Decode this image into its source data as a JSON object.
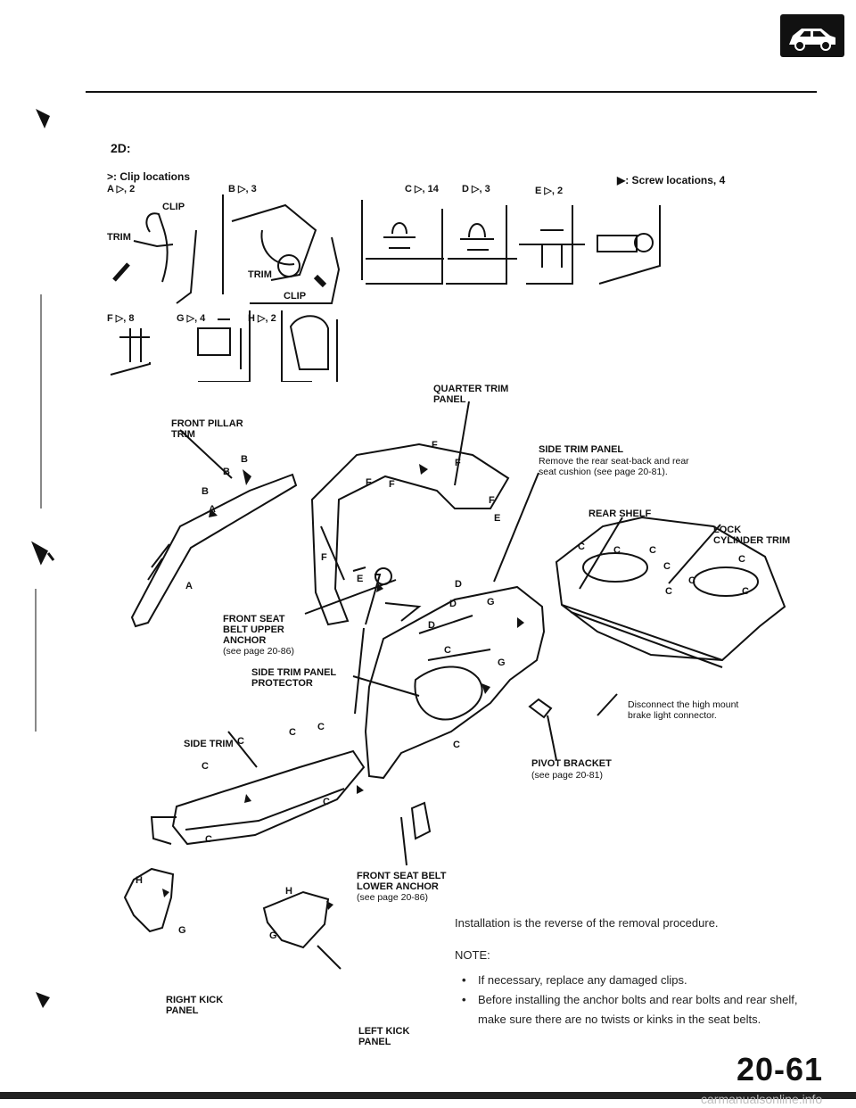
{
  "header": {
    "section_title": "2D:"
  },
  "clip_legend": {
    "clip_locations": ">: Clip locations",
    "screw_locations": "▶: Screw locations, 4",
    "clips": [
      {
        "code": "A ▷, 2"
      },
      {
        "code": "B ▷, 3"
      },
      {
        "code": "C ▷, 14"
      },
      {
        "code": "D ▷, 3"
      },
      {
        "code": "E ▷, 2"
      },
      {
        "code": "F ▷, 8"
      },
      {
        "code": "G ▷, 4"
      },
      {
        "code": "H ▷, 2"
      }
    ],
    "clip_label": "CLIP",
    "trim_label": "TRIM"
  },
  "diagram_labels": {
    "quarter_trim_panel": "QUARTER TRIM PANEL",
    "front_pillar_trim": "FRONT PILLAR TRIM",
    "side_trim_panel_title": "SIDE TRIM PANEL",
    "side_trim_panel_note": "Remove the rear seat-back and rear seat cushion (see page 20-81).",
    "rear_shelf": "REAR SHELF",
    "lock_cylinder_trim": "LOCK CYLINDER TRIM",
    "front_seat_belt_upper_anchor": "FRONT SEAT BELT UPPER ANCHOR",
    "front_seat_belt_upper_anchor_ref": "(see page 20-86)",
    "side_trim_panel_protector": "SIDE TRIM PANEL PROTECTOR",
    "disconnect_note": "Disconnect the high mount brake light connector.",
    "side_trim": "SIDE TRIM",
    "pivot_bracket": "PIVOT BRACKET",
    "pivot_bracket_ref": "(see page 20-81)",
    "front_seat_belt_lower_anchor": "FRONT SEAT BELT LOWER ANCHOR",
    "front_seat_belt_lower_anchor_ref": "(see page 20-86)",
    "right_kick_panel": "RIGHT KICK PANEL",
    "left_kick_panel": "LEFT KICK PANEL"
  },
  "instructions": {
    "installation": "Installation is the reverse of the removal procedure.",
    "note_heading": "NOTE:",
    "notes": [
      "If necessary, replace any damaged clips.",
      "Before installing the anchor bolts and rear bolts and rear shelf, make sure there are no twists or kinks in the seat belts."
    ]
  },
  "footer": {
    "page_number": "20-61",
    "watermark": "carmanualsonline.info"
  }
}
